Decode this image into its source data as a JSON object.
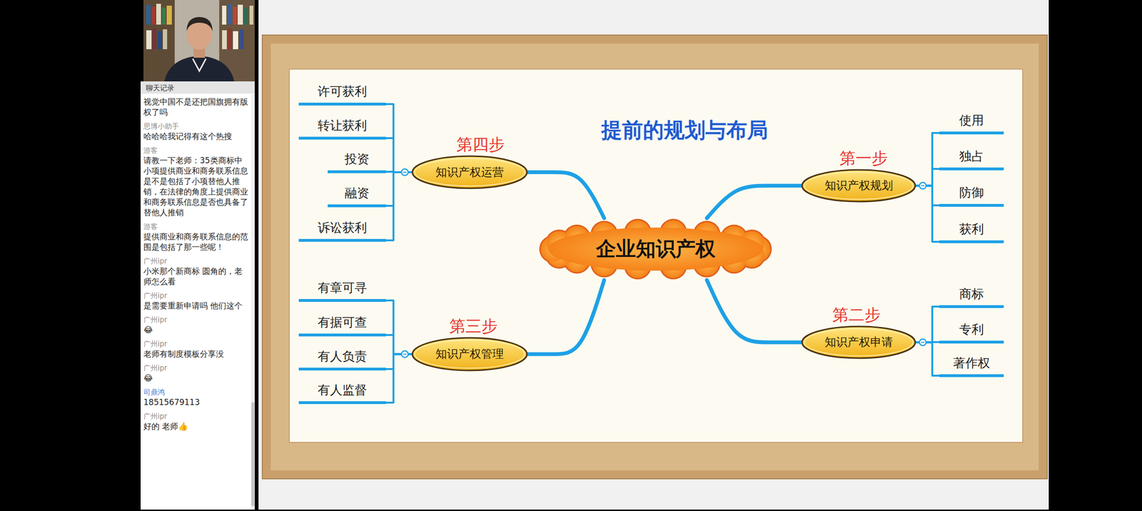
{
  "diagram": {
    "title": "提前的规划与布局",
    "nodes": [
      {
        "text": [
          "企业知识产权"
        ]
      },
      {
        "text": [
          "第一步",
          "知识产权规划"
        ]
      },
      {
        "text": [
          "使用"
        ]
      },
      {
        "text": [
          "独占"
        ]
      },
      {
        "text": [
          "防御"
        ]
      },
      {
        "text": [
          "获利"
        ]
      },
      {
        "text": [
          "第二步",
          "知识产权申请"
        ]
      },
      {
        "text": [
          "商标"
        ]
      },
      {
        "text": [
          "专利"
        ]
      },
      {
        "text": [
          "著作权"
        ]
      },
      {
        "text": [
          "第三步",
          "知识产权管理"
        ]
      },
      {
        "text": [
          "有章可寻"
        ]
      },
      {
        "text": [
          "有据可查"
        ]
      },
      {
        "text": [
          "有人负责"
        ]
      },
      {
        "text": [
          "有人监督"
        ]
      },
      {
        "text": [
          "第四步",
          "知识产权运营"
        ]
      },
      {
        "text": [
          "许可获利"
        ]
      },
      {
        "text": [
          "转让获利"
        ]
      },
      {
        "text": [
          "投资"
        ]
      },
      {
        "text": [
          "融资"
        ]
      },
      {
        "text": [
          "诉讼获利"
        ]
      }
    ],
    "edges": [
      {
        "from": 0,
        "to": 1,
        "arrow": "none"
      },
      {
        "from": 0,
        "to": 6,
        "arrow": "none"
      },
      {
        "from": 0,
        "to": 10,
        "arrow": "none"
      },
      {
        "from": 0,
        "to": 15,
        "arrow": "none"
      },
      {
        "from": 1,
        "to": 2,
        "arrow": "none"
      },
      {
        "from": 1,
        "to": 3,
        "arrow": "none"
      },
      {
        "from": 1,
        "to": 4,
        "arrow": "none"
      },
      {
        "from": 1,
        "to": 5,
        "arrow": "none"
      },
      {
        "from": 6,
        "to": 7,
        "arrow": "none"
      },
      {
        "from": 6,
        "to": 8,
        "arrow": "none"
      },
      {
        "from": 6,
        "to": 9,
        "arrow": "none"
      },
      {
        "from": 10,
        "to": 11,
        "arrow": "none"
      },
      {
        "from": 10,
        "to": 12,
        "arrow": "none"
      },
      {
        "from": 10,
        "to": 13,
        "arrow": "none"
      },
      {
        "from": 10,
        "to": 14,
        "arrow": "none"
      },
      {
        "from": 15,
        "to": 16,
        "arrow": "none"
      },
      {
        "from": 15,
        "to": 17,
        "arrow": "none"
      },
      {
        "from": 15,
        "to": 18,
        "arrow": "none"
      },
      {
        "from": 15,
        "to": 19,
        "arrow": "none"
      },
      {
        "from": 15,
        "to": 20,
        "arrow": "none"
      }
    ],
    "labels": [
      "聊天记录",
      "视觉中国不是还把国旗拥有版权了吗",
      "思博小助手",
      "哈哈哈我记得有这个热搜",
      "游客",
      "请教一下老师：35类商标中小项提供商业和商务联系信息是不是包括了小项替他人推销，在法律的角度上提供商业和商务联系信息是否也具备了替他人推销",
      "游客",
      "提供商业和商务联系信息的范围是包括了那一些呢！",
      "广州ipr",
      "小米那个新商标 圆角的，老师怎么看",
      "广州ipr",
      "是需要重新申请吗 他们这个",
      "广州ipr",
      "😂",
      "广州ipr",
      "老师有制度模板分享没",
      "广州ipr",
      "😂",
      "司鼎鸿",
      "18515679113",
      "广州ipr",
      "好的 老师👍"
    ]
  }
}
